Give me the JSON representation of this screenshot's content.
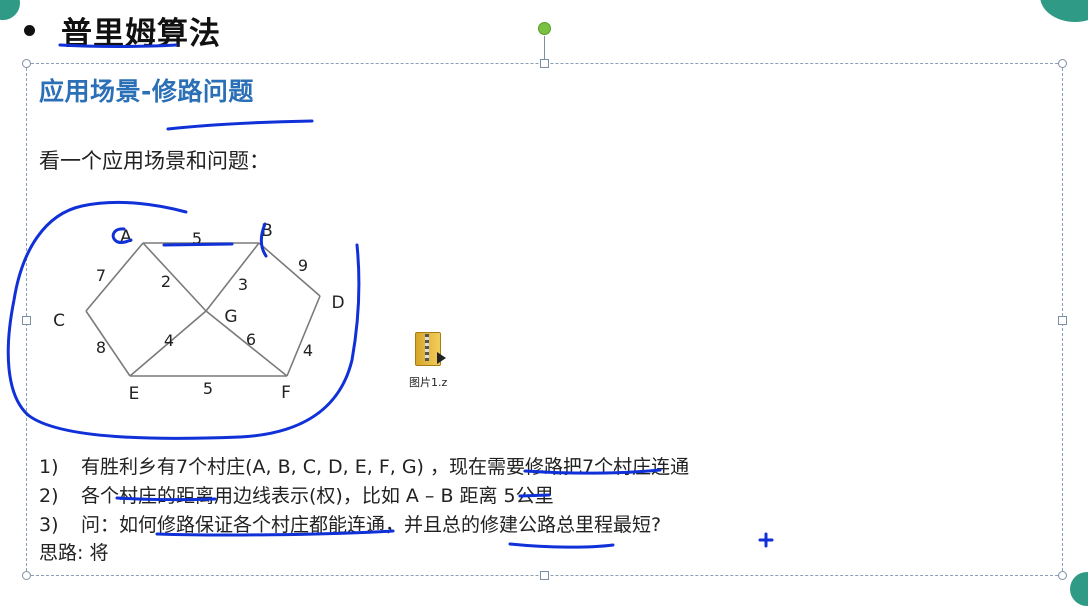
{
  "slide": {
    "title": "普里姆算法",
    "section_title": "应用场景-修路问题",
    "intro": "看一个应用场景和问题："
  },
  "graph": {
    "nodes": [
      {
        "id": "A",
        "label": "A"
      },
      {
        "id": "B",
        "label": "B"
      },
      {
        "id": "C",
        "label": "C"
      },
      {
        "id": "D",
        "label": "D"
      },
      {
        "id": "E",
        "label": "E"
      },
      {
        "id": "F",
        "label": "F"
      },
      {
        "id": "G",
        "label": "G"
      }
    ],
    "edges": [
      {
        "from": "A",
        "to": "B",
        "weight": "5"
      },
      {
        "from": "A",
        "to": "C",
        "weight": "7"
      },
      {
        "from": "A",
        "to": "G",
        "weight": "2"
      },
      {
        "from": "B",
        "to": "G",
        "weight": "3"
      },
      {
        "from": "B",
        "to": "D",
        "weight": "9"
      },
      {
        "from": "C",
        "to": "E",
        "weight": "8"
      },
      {
        "from": "E",
        "to": "G",
        "weight": "4"
      },
      {
        "from": "G",
        "to": "F",
        "weight": "6"
      },
      {
        "from": "D",
        "to": "F",
        "weight": "4"
      },
      {
        "from": "E",
        "to": "F",
        "weight": "5"
      }
    ]
  },
  "attachment": {
    "label": "图片1.z",
    "icon": "zip-folder-icon"
  },
  "items": [
    {
      "num": "1)",
      "text": "有胜利乡有7个村庄(A, B, C, D, E, F, G) ，现在需要修路把7个村庄连通"
    },
    {
      "num": "2)",
      "text": "各个村庄的距离用边线表示(权)，比如 A – B 距离 5公里"
    },
    {
      "num": "3)",
      "text": "问：如何修路保证各个村庄都能连通，并且总的修建公路总里程最短?"
    }
  ],
  "idea": "思路: 将",
  "colors": {
    "title_blue": "#2b6fb6",
    "ink_blue": "#1030d8",
    "theme_teal": "#2f9a86",
    "rotate_green": "#7ac143"
  }
}
